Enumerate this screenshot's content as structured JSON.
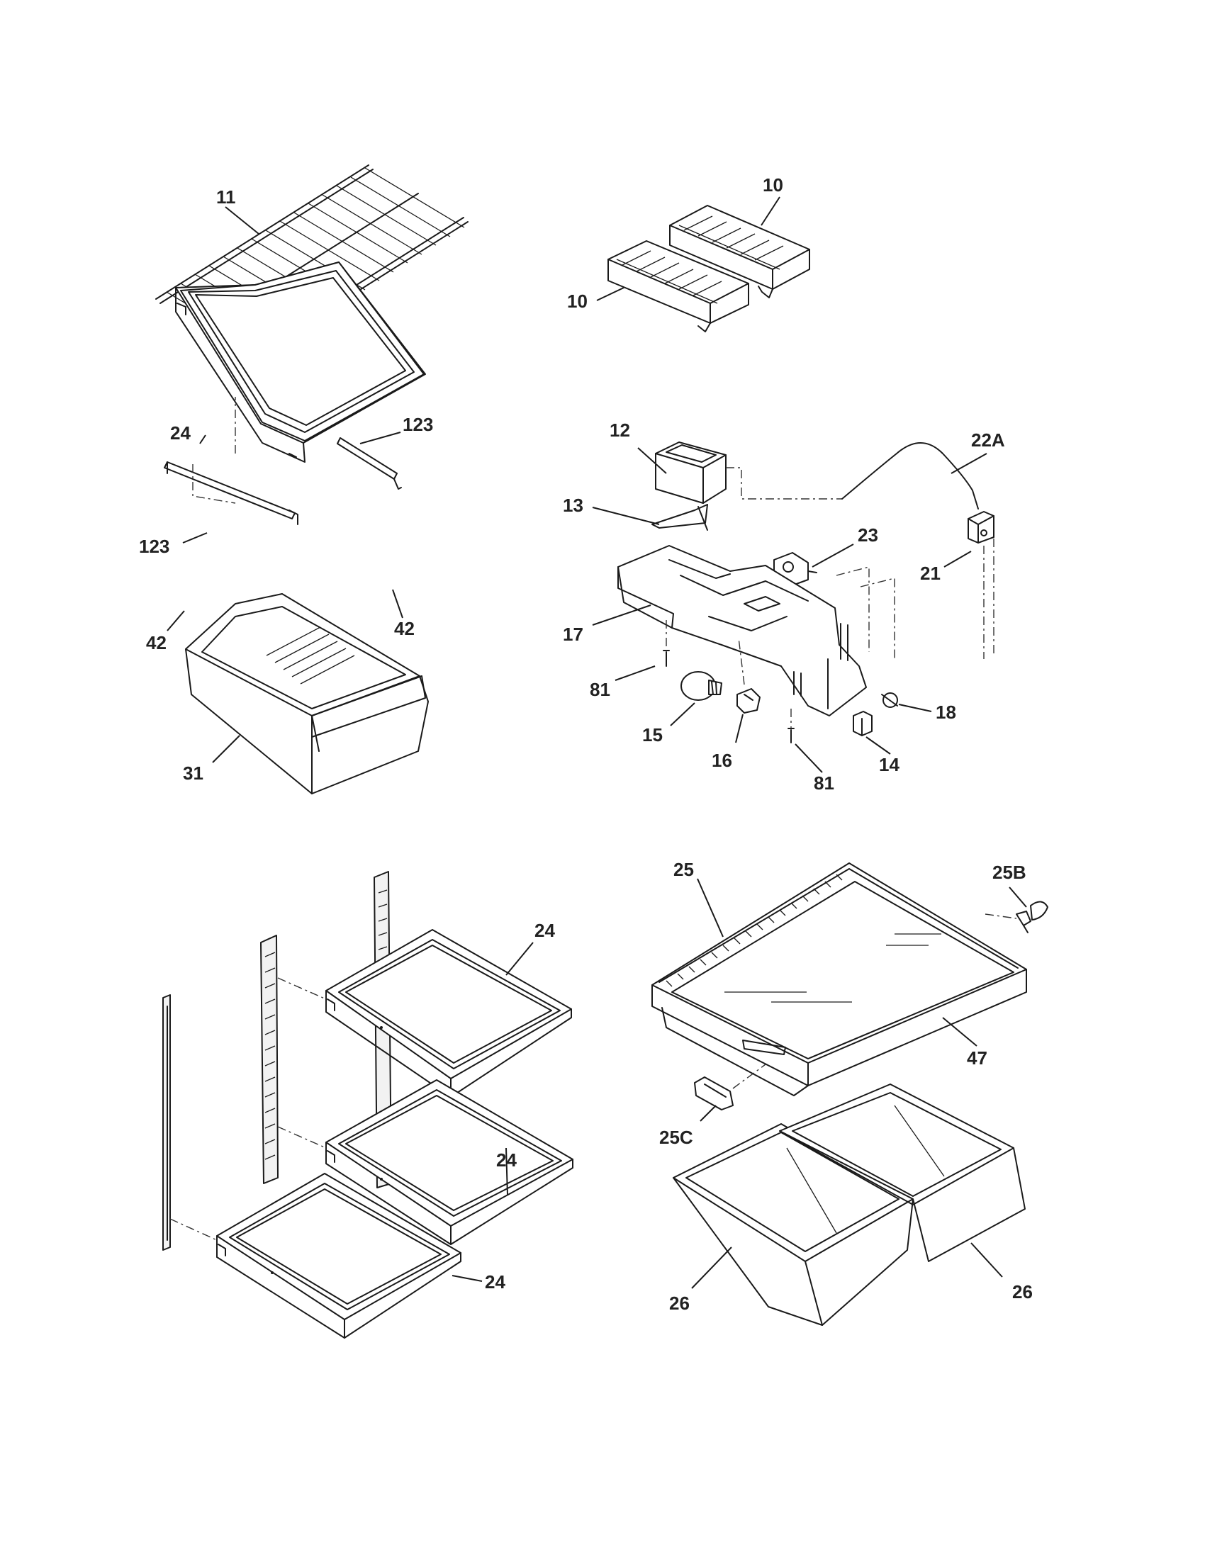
{
  "callouts": {
    "c11": "11",
    "c10a": "10",
    "c10b": "10",
    "c24_top": "24",
    "c123_a": "123",
    "c123_b": "123",
    "c42_a": "42",
    "c42_b": "42",
    "c31": "31",
    "c12": "12",
    "c22a": "22A",
    "c13": "13",
    "c23": "23",
    "c21": "21",
    "c17": "17",
    "c81_a": "81",
    "c81_b": "81",
    "c18": "18",
    "c15": "15",
    "c16": "16",
    "c14": "14",
    "c24_mid": "24",
    "c24_r": "24",
    "c24_bot": "24",
    "c25": "25",
    "c25b": "25B",
    "c47": "47",
    "c25c": "25C",
    "c26_a": "26",
    "c26_b": "26"
  }
}
